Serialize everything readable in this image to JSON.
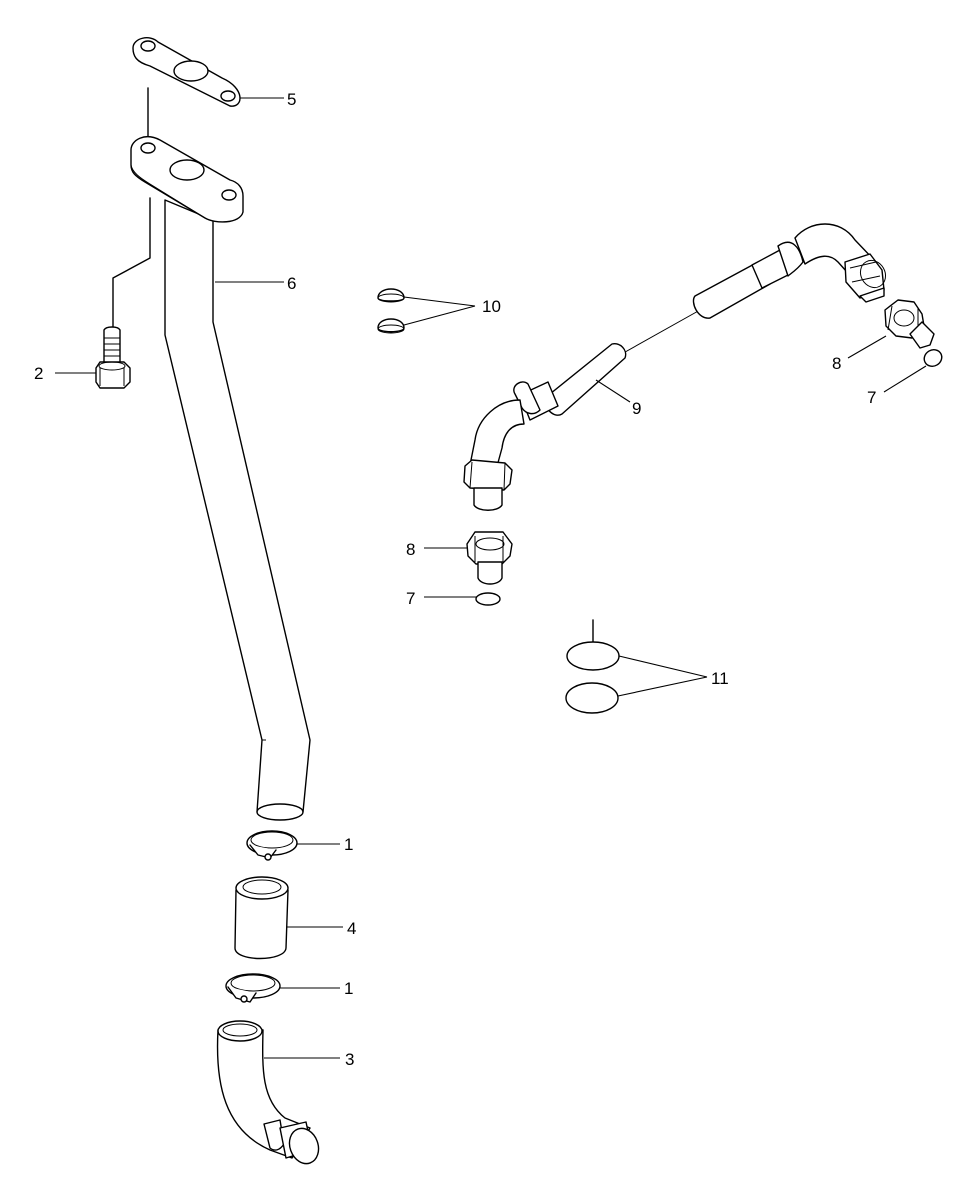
{
  "callouts": [
    {
      "id": "c1a",
      "text": "1"
    },
    {
      "id": "c1b",
      "text": "1"
    },
    {
      "id": "c2",
      "text": "2"
    },
    {
      "id": "c3",
      "text": "3"
    },
    {
      "id": "c4",
      "text": "4"
    },
    {
      "id": "c5",
      "text": "5"
    },
    {
      "id": "c6",
      "text": "6"
    },
    {
      "id": "c7a",
      "text": "7"
    },
    {
      "id": "c7b",
      "text": "7"
    },
    {
      "id": "c8a",
      "text": "8"
    },
    {
      "id": "c8b",
      "text": "8"
    },
    {
      "id": "c9",
      "text": "9"
    },
    {
      "id": "c10",
      "text": "10"
    },
    {
      "id": "c11",
      "text": "11"
    }
  ]
}
